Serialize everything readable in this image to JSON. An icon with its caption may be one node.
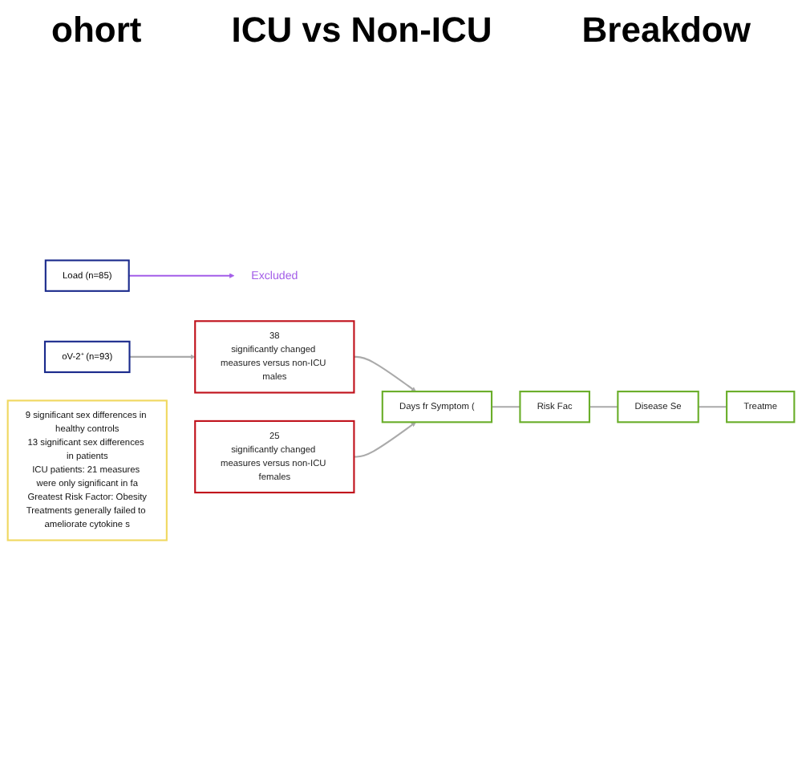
{
  "diagram": {
    "nodes": [
      {
        "text": [
          "oV-2⁺ (n=93)"
        ]
      },
      {
        "text": [
          "Load (n=85)"
        ]
      },
      {
        "text": [
          "Excluded"
        ]
      },
      {
        "text": [
          "38",
          "significantly changed measures versus non-ICU males"
        ]
      },
      {
        "text": [
          "25",
          "significantly changed measures versus non-ICU females"
        ]
      },
      {
        "text": [
          "Days fr Symptom ("
        ]
      },
      {
        "text": [
          "Risk Fac"
        ]
      },
      {
        "text": [
          "Disease Se"
        ]
      },
      {
        "text": [
          "Treatme"
        ]
      },
      {
        "text": [
          "9 significant sex differences in healthy controls",
          "13 significant sex differences in patients",
          "ICU patients: 21 measures were only significant in fa",
          "Greatest Risk Factor: Obesity",
          "Treatments generally failed to ameliorate cytokine s"
        ]
      }
    ],
    "edges": [
      {
        "from": 0,
        "to": 3,
        "arrow": "to"
      },
      {
        "from": 1,
        "to": 2,
        "arrow": "to",
        "color": "#a35de8"
      },
      {
        "from": 3,
        "to": 5,
        "arrow": "to"
      },
      {
        "from": 4,
        "to": 5,
        "arrow": "to"
      },
      {
        "from": 5,
        "to": 6,
        "arrow": "none"
      },
      {
        "from": 6,
        "to": 7,
        "arrow": "none"
      },
      {
        "from": 7,
        "to": 8,
        "arrow": "none"
      }
    ],
    "labels": [
      "ohort",
      "ICU vs Non-ICU",
      "Breakdow"
    ]
  }
}
